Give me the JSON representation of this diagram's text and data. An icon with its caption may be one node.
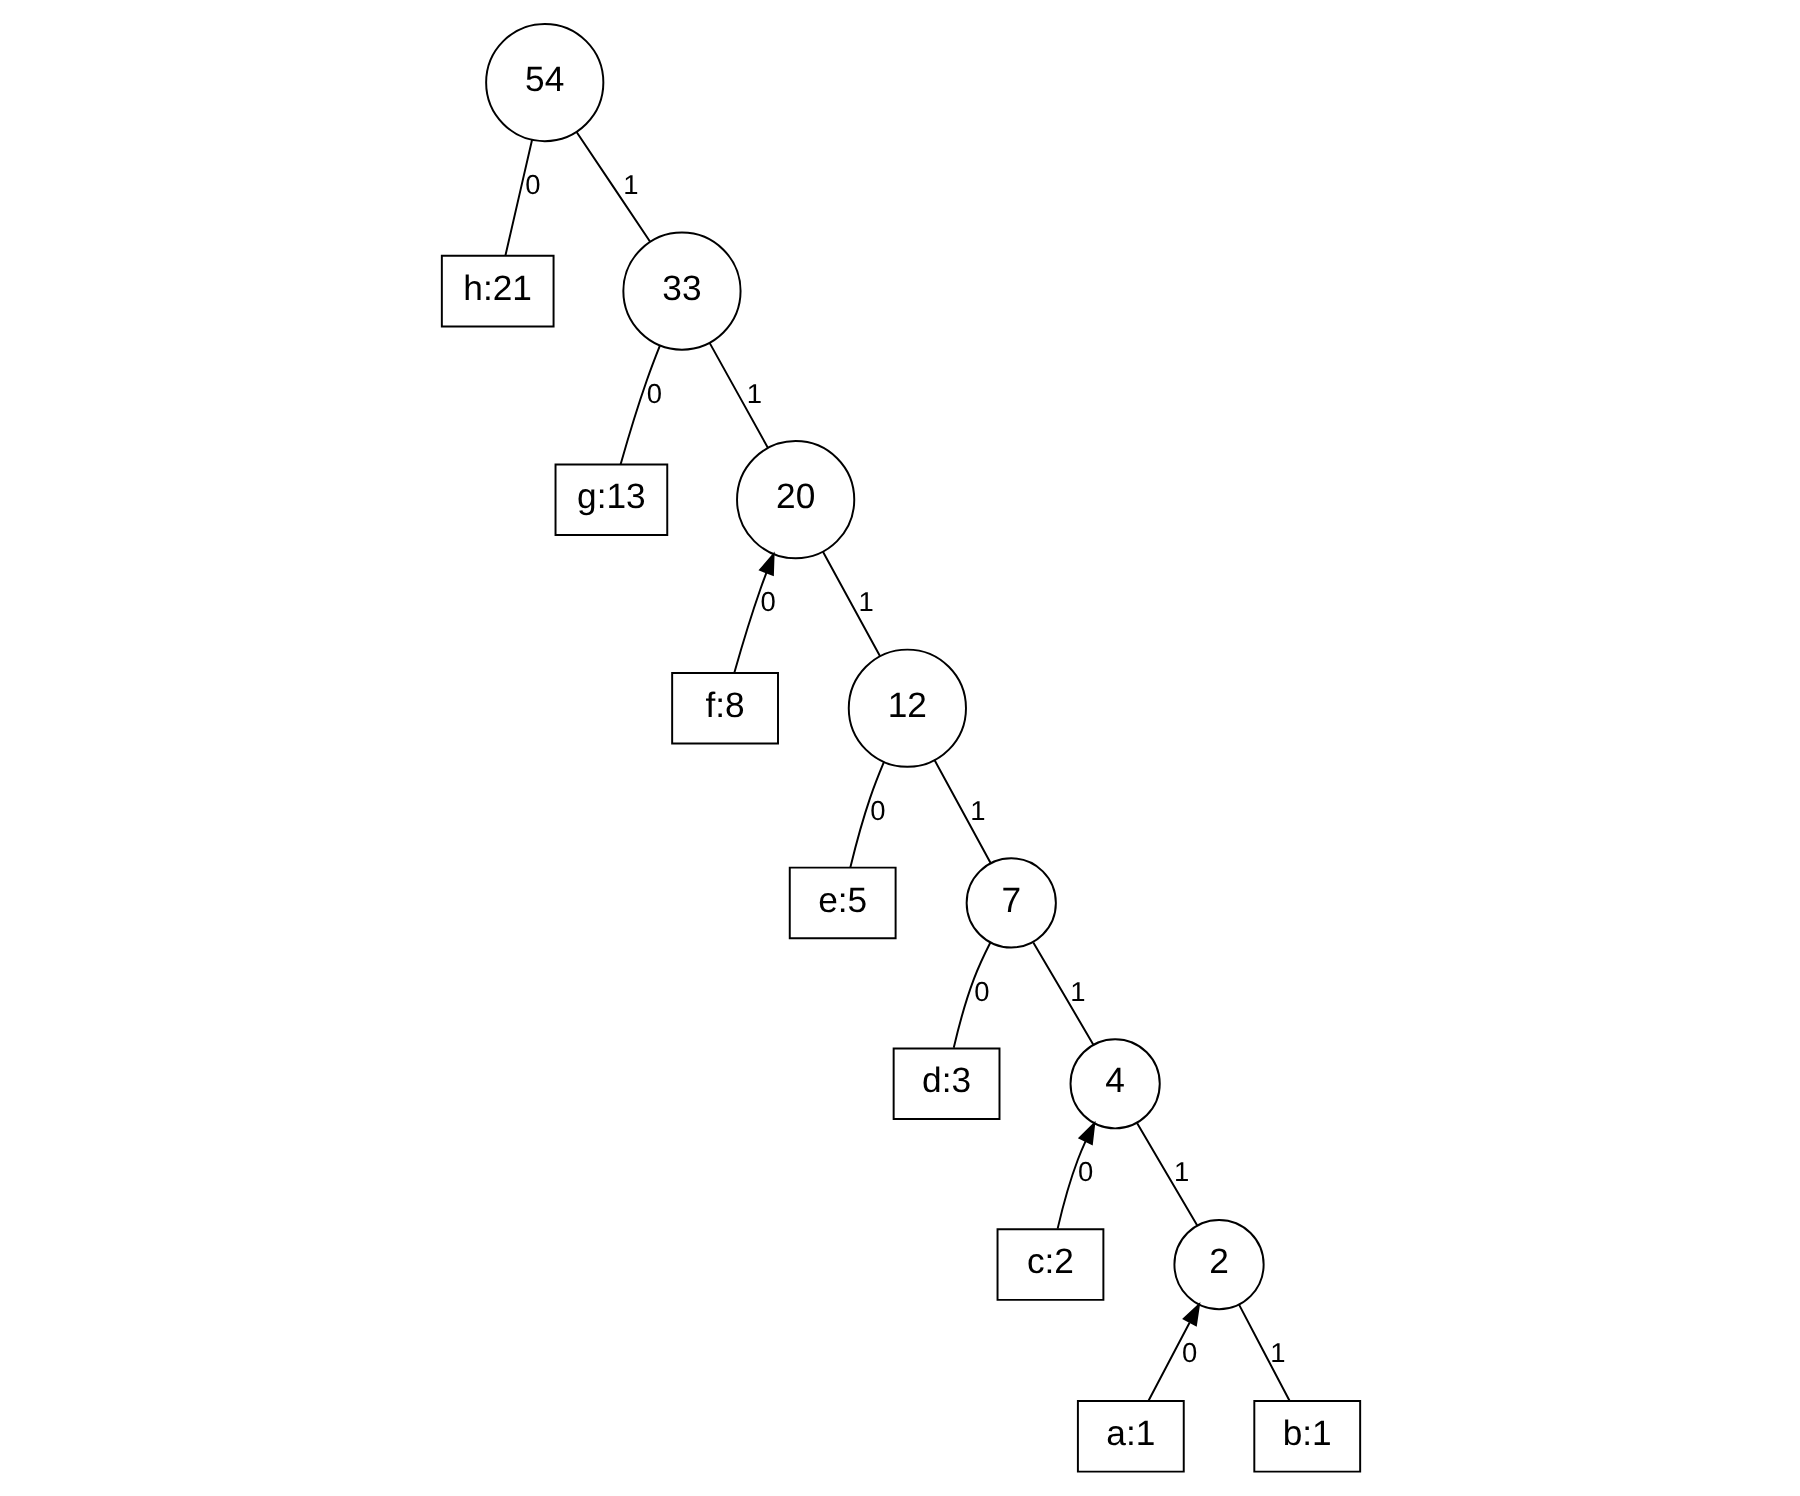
{
  "diagram": {
    "nodes": [
      {
        "text": [
          "54"
        ]
      },
      {
        "text": [
          "h:21"
        ]
      },
      {
        "text": [
          "33"
        ]
      },
      {
        "text": [
          "g:13"
        ]
      },
      {
        "text": [
          "20"
        ]
      },
      {
        "text": [
          "f:8"
        ]
      },
      {
        "text": [
          "12"
        ]
      },
      {
        "text": [
          "e:5"
        ]
      },
      {
        "text": [
          "7"
        ]
      },
      {
        "text": [
          "d:3"
        ]
      },
      {
        "text": [
          "4"
        ]
      },
      {
        "text": [
          "c:2"
        ]
      },
      {
        "text": [
          "2"
        ]
      },
      {
        "text": [
          "a:1"
        ]
      },
      {
        "text": [
          "b:1"
        ]
      }
    ],
    "edges": [
      {
        "from": 0,
        "to": 1,
        "arrow": "none",
        "label": "0"
      },
      {
        "from": 0,
        "to": 2,
        "arrow": "none",
        "label": "1"
      },
      {
        "from": 2,
        "to": 3,
        "arrow": "none",
        "label": "0"
      },
      {
        "from": 2,
        "to": 4,
        "arrow": "none",
        "label": "1"
      },
      {
        "from": 5,
        "to": 4,
        "arrow": "to",
        "label": "0"
      },
      {
        "from": 4,
        "to": 6,
        "arrow": "none",
        "label": "1"
      },
      {
        "from": 6,
        "to": 7,
        "arrow": "none",
        "label": "0"
      },
      {
        "from": 6,
        "to": 8,
        "arrow": "none",
        "label": "1"
      },
      {
        "from": 8,
        "to": 9,
        "arrow": "none",
        "label": "0"
      },
      {
        "from": 8,
        "to": 10,
        "arrow": "none",
        "label": "1"
      },
      {
        "from": 11,
        "to": 10,
        "arrow": "to",
        "label": "0"
      },
      {
        "from": 10,
        "to": 12,
        "arrow": "none",
        "label": "1"
      },
      {
        "from": 13,
        "to": 12,
        "arrow": "to",
        "label": "0"
      },
      {
        "from": 12,
        "to": 14,
        "arrow": "none",
        "label": "1"
      }
    ]
  }
}
